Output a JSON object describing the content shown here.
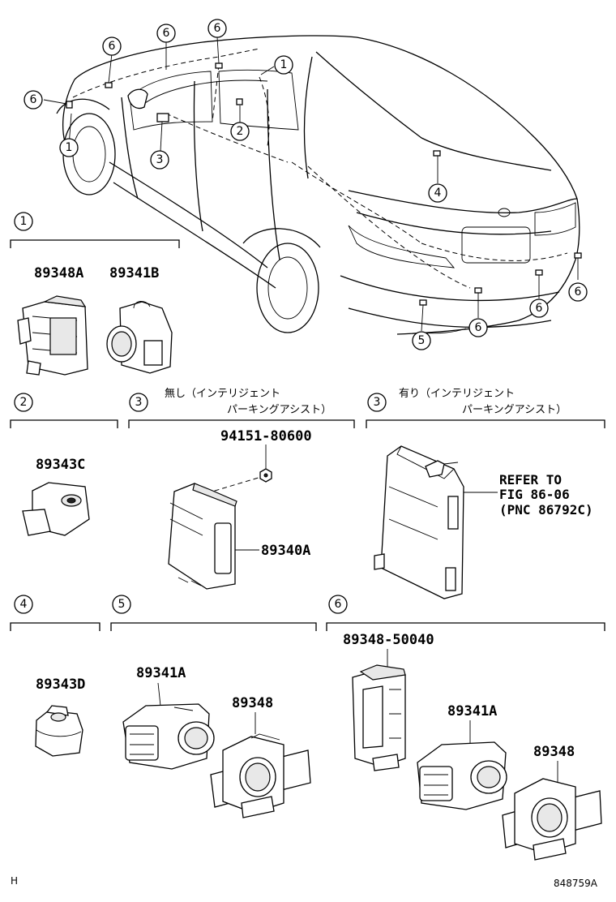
{
  "callout_numbers": [
    "1",
    "2",
    "3",
    "4",
    "5",
    "6"
  ],
  "sections": {
    "s1": {
      "number": "1",
      "parts": [
        "89348A",
        "89341B"
      ]
    },
    "s2": {
      "number": "2",
      "parts": [
        "89343C"
      ]
    },
    "s3a": {
      "number": "3",
      "caption_line1": "無し（インテリジェント",
      "caption_line2": "パーキングアシスト）",
      "parts": [
        "94151-80600",
        "89340A"
      ]
    },
    "s3b": {
      "number": "3",
      "caption_line1": "有り（インテリジェント",
      "caption_line2": "パーキングアシスト）",
      "refer": [
        "REFER TO",
        "FIG 86-06",
        "(PNC 86792C)"
      ]
    },
    "s4": {
      "number": "4",
      "parts": [
        "89343D"
      ]
    },
    "s5": {
      "number": "5",
      "parts": [
        "89341A",
        "89348"
      ]
    },
    "s6": {
      "number": "6",
      "parts": [
        "89348-50040",
        "89341A",
        "89348"
      ]
    }
  },
  "footer": {
    "left": "H",
    "right": "848759A"
  }
}
